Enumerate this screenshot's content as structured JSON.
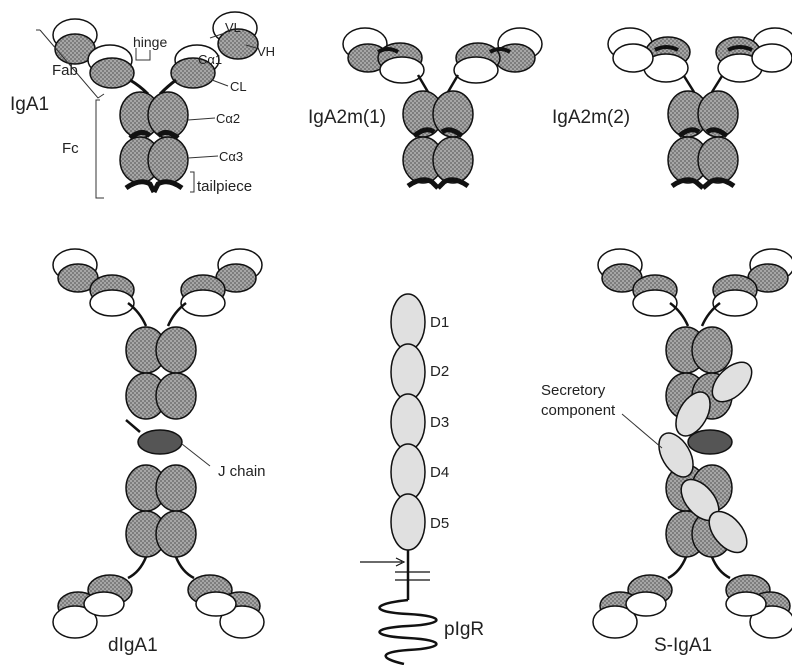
{
  "colors": {
    "domain_fill": "#9a9a9a",
    "light_domain_fill": "#e0e0e0",
    "j_chain_fill": "#555555",
    "outline": "#111111",
    "text": "#222222"
  },
  "panels": {
    "iga1": {
      "title": "IgA1",
      "labels": {
        "vl": "VL",
        "vh": "VH",
        "ca1": "Cα1",
        "cl": "CL",
        "ca2": "Cα2",
        "ca3": "Cα3",
        "hinge": "hinge",
        "fab": "Fab",
        "fc": "Fc",
        "tailpiece": "tailpiece"
      }
    },
    "iga2m1": {
      "title": "IgA2m(1)"
    },
    "iga2m2": {
      "title": "IgA2m(2)"
    },
    "digA1": {
      "title": "dIgA1",
      "j_chain": "J chain"
    },
    "pigr": {
      "title": "pIgR",
      "domains": [
        "D1",
        "D2",
        "D3",
        "D4",
        "D5"
      ]
    },
    "sigA1": {
      "title": "S-IgA1",
      "secretory_component": [
        "Secretory",
        "component"
      ]
    }
  }
}
